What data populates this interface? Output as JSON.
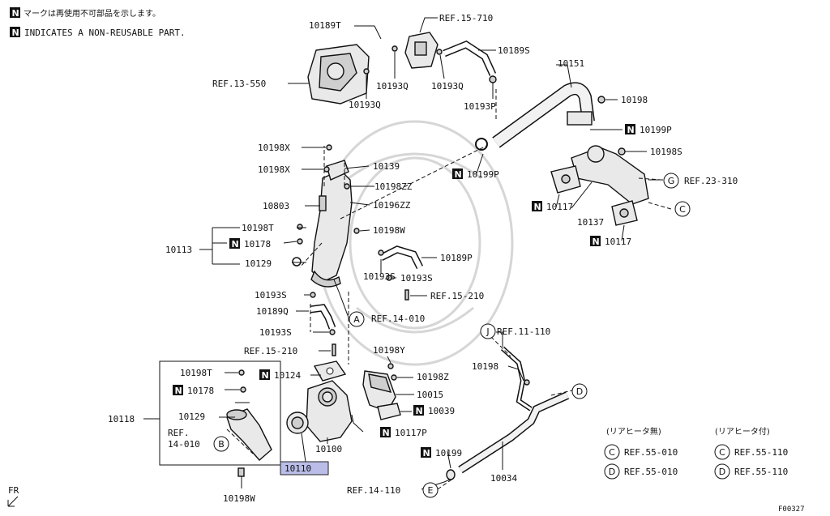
{
  "notes": {
    "jp_text": "マークは再使用不可部品を示します。",
    "en_text": "INDICATES A NON-REUSABLE PART.",
    "marker": "N"
  },
  "labels": {
    "p10189T": "10189T",
    "ref15_710": "REF.15-710",
    "p10189S_top": "10189S",
    "p10151": "10151",
    "ref13_550": "REF.13-550",
    "p10193Q_a": "10193Q",
    "p10193Q_b": "10193Q",
    "p10193Q_c": "10193Q",
    "p10193P": "10193P",
    "p10198_top": "10198",
    "p10199P_a": "10199P",
    "p10198S": "10198S",
    "p10198X_a": "10198X",
    "p10198X_b": "10198X",
    "p10139": "10139",
    "p10199P_b": "10199P",
    "ref23_310": "REF.23-310",
    "p10198ZZ": "10198ZZ",
    "p10803": "10803",
    "p10196ZZ": "10196ZZ",
    "p10117_a": "10117",
    "p10137": "10137",
    "p10198T_a": "10198T",
    "p10198W_a": "10198W",
    "p10117_b": "10117",
    "p10113": "10113",
    "p10178_a": "10178",
    "p10189P": "10189P",
    "p10129_a": "10129",
    "p10193S_a": "10193S",
    "p10193S_b": "10193S",
    "p10193S_c": "10193S",
    "ref15_210_a": "REF.15-210",
    "p10189Q": "10189Q",
    "ref14_010_a": "REF.14-010",
    "p10193S_d": "10193S",
    "ref11_110": "REF.11-110",
    "ref15_210_b": "REF.15-210",
    "p10198Y": "10198Y",
    "p10198_mid": "10198",
    "p10198T_b": "10198T",
    "p10124": "10124",
    "p10198Z": "10198Z",
    "p10178_b": "10178",
    "p10015": "10015",
    "p10039": "10039",
    "p10118": "10118",
    "p10129_b": "10129",
    "ref14_010_b_line1": "REF.",
    "ref14_010_b_line2": "14-010",
    "p10117P": "10117P",
    "p10100": "10100",
    "p10110": "10110",
    "p10199": "10199",
    "p10034": "10034",
    "ref14_110": "REF.14-110",
    "p10198W_b": "10198W",
    "fr": "FR",
    "figure_code": "F00327"
  },
  "circles": {
    "A": "A",
    "B": "B",
    "C": "C",
    "D": "D",
    "E": "E",
    "G": "G",
    "J": "J"
  },
  "legend": {
    "col1_header": "(リアヒータ無)",
    "col2_header": "(リアヒータ付)",
    "rows": [
      {
        "key": "C",
        "col1": "REF.55-010",
        "col2": "REF.55-110"
      },
      {
        "key": "D",
        "col1": "REF.55-010",
        "col2": "REF.55-110"
      }
    ]
  },
  "colors": {
    "highlight": "#b9bde8",
    "ink": "#111111"
  }
}
